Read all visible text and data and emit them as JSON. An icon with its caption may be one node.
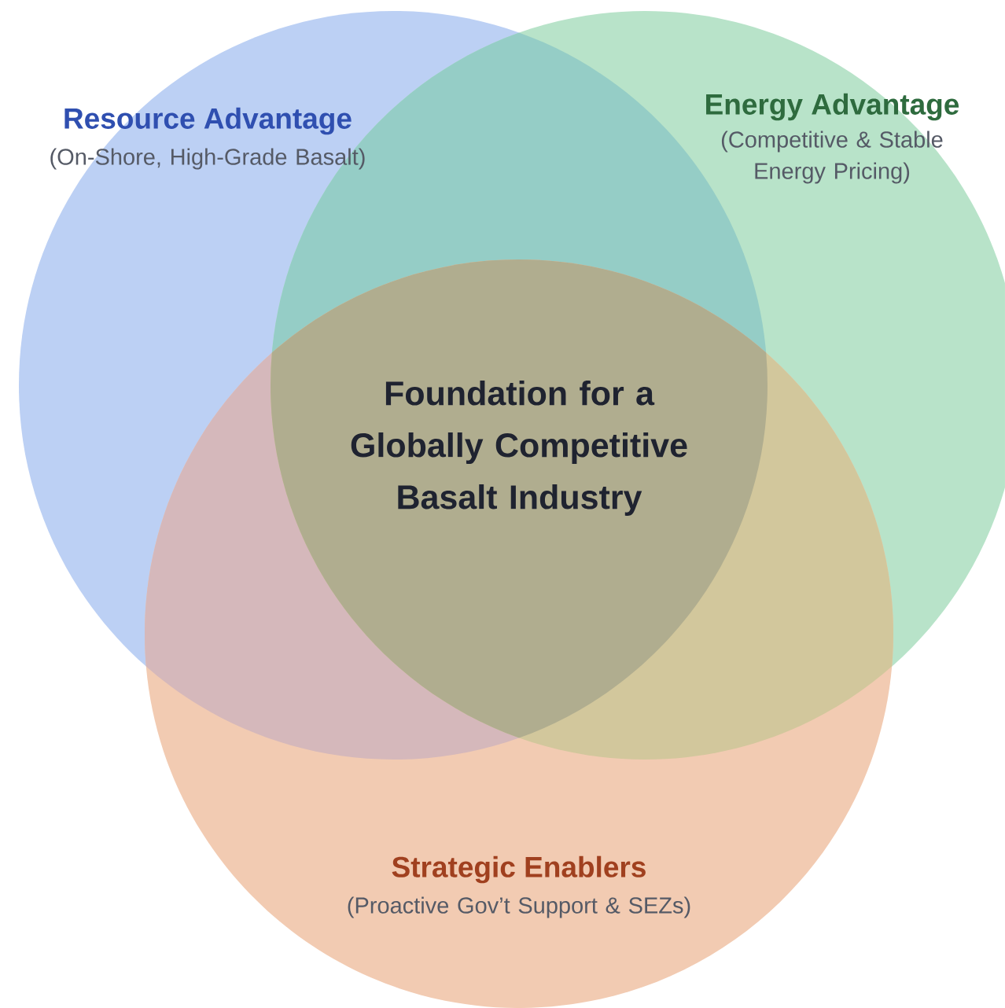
{
  "diagram": {
    "nodes": [
      {
        "text": [
          "Resource Advantage",
          "(On-Shore, High-Grade Basalt)"
        ]
      },
      {
        "text": [
          "Energy Advantage",
          "(Competitive & Stable Energy Pricing)"
        ]
      },
      {
        "text": [
          "Strategic Enablers",
          "(Proactive Gov’t Support & SEZs)"
        ]
      }
    ],
    "labels": [
      "Foundation for a Globally Competitive Basalt Industry"
    ]
  }
}
